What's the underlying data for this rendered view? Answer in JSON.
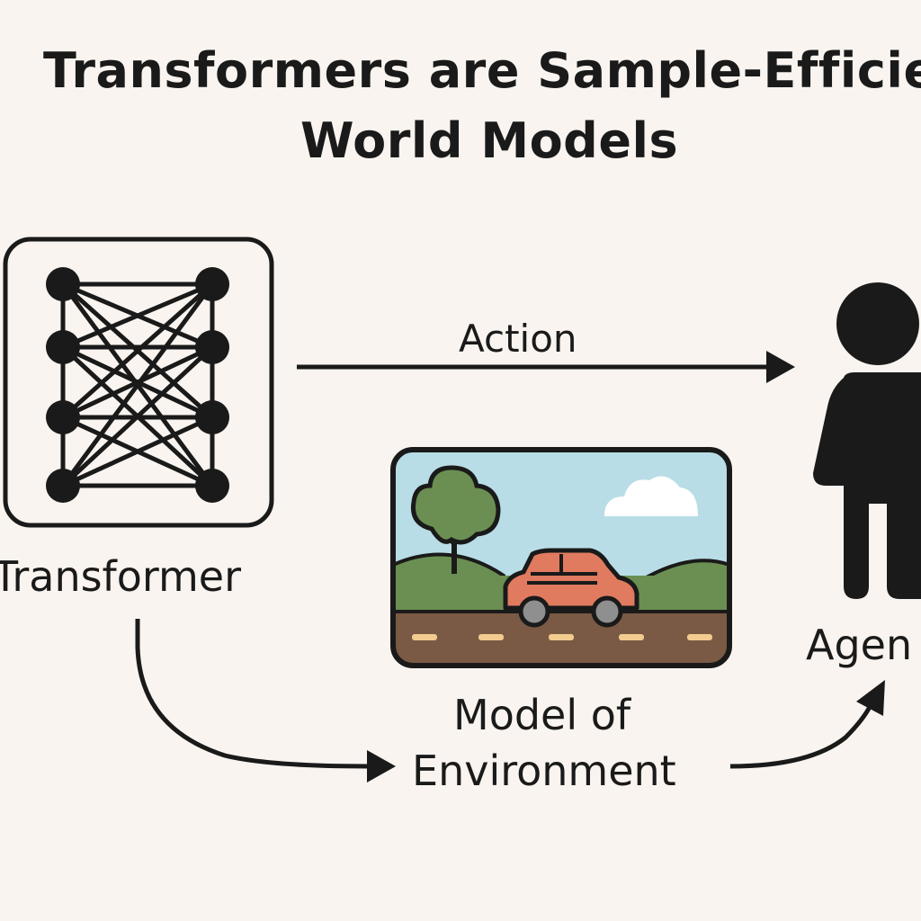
{
  "title": {
    "line1": "Transformers are Sample-Efficie",
    "line2": "World Models"
  },
  "nodes": {
    "transformer": {
      "label": "Transformer",
      "icon": "neural-network-icon"
    },
    "environment": {
      "label_line1": "Model of",
      "label_line2": "Environment",
      "icon": "landscape-car-icon"
    },
    "agent": {
      "label": "Agen",
      "icon": "person-icon"
    }
  },
  "edges": {
    "action": {
      "label": "Action"
    }
  },
  "colors": {
    "background": "#f9f4ef",
    "ink": "#1a1a1a",
    "sky": "#b9dde6",
    "hill": "#6b8f52",
    "road": "#7a5a44",
    "road_dash": "#f2cc8f",
    "car": "#e07b5f",
    "tree": "#6b8f52",
    "cloud": "#ffffff"
  }
}
